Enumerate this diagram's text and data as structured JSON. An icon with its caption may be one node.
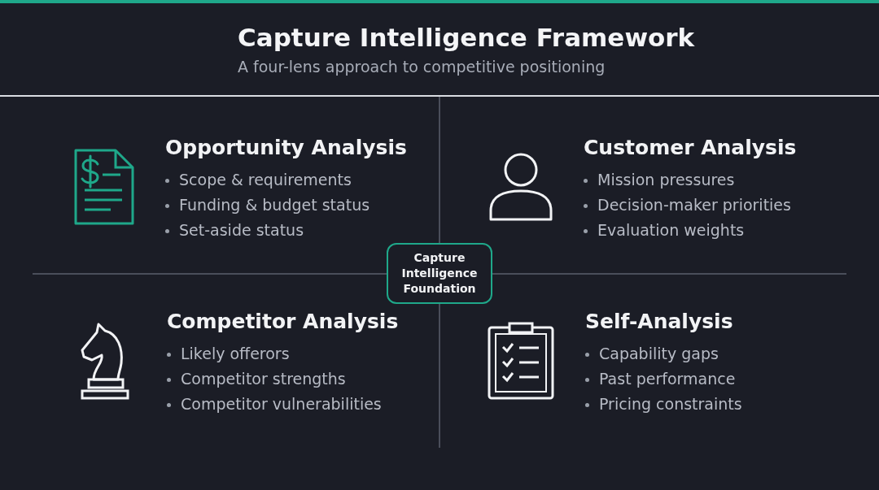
{
  "diagram": {
    "title": "Capture Intelligence Framework",
    "nodes": [
      {
        "text": [
          "Opportunity Analysis",
          "Scope & requirements",
          "Funding & budget status",
          "Set-aside status"
        ]
      },
      {
        "text": [
          "Customer Analysis",
          "Mission pressures",
          "Decision-maker priorities",
          "Evaluation weights"
        ]
      },
      {
        "text": [
          "Capture Intelligence Foundation"
        ]
      },
      {
        "text": [
          "Competitor Analysis",
          "Likely offerors",
          "Competitor strengths",
          "Competitor vulnerabilities"
        ]
      },
      {
        "text": [
          "Self-Analysis",
          "Capability gaps",
          "Past performance",
          "Pricing constraints"
        ]
      }
    ],
    "labels": [
      "A four-lens approach to competitive positioning"
    ]
  }
}
